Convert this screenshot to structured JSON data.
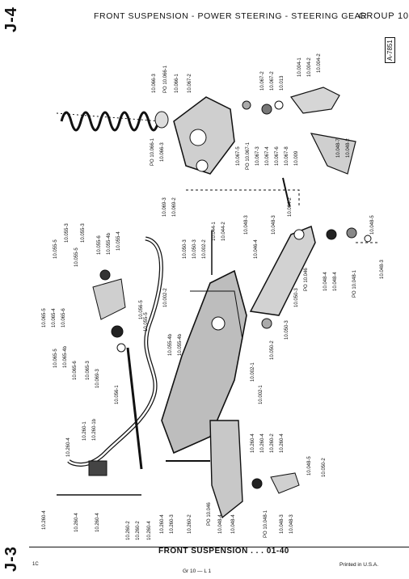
{
  "page": {
    "tab_top": "J-4",
    "tab_bottom": "J-3",
    "header_title": "FRONT SUSPENSION - POWER STEERING - STEERING GEAR",
    "group": "GROUP 10",
    "figure_code": "A-7851",
    "footer_title": "FRONT SUSPENSION . . . 01-40",
    "footer_left": "1C",
    "footer_center": "Gr 10 — L 1",
    "footer_right": "Printed in U.S.A."
  },
  "part_labels": [
    "10.066-3",
    "PO 10.066-1",
    "10.066-1",
    "10.067-2",
    "10.067-2",
    "10.067-2",
    "10.013",
    "10.004-1",
    "10.004-2",
    "10.004-2",
    "10.067-5",
    "PO 10.067-1",
    "10.067-3",
    "10.067-4",
    "10.067-6",
    "10.067-8",
    "10.009",
    "10.048-7",
    "10.048-2",
    "PO 10.066-1",
    "10.066-3",
    "10.069-3",
    "10.069-2",
    "10.064-2",
    "10.048-3",
    "10.048-3",
    "10.046-4",
    "10.048-5",
    "10.048-3",
    "10.055-5",
    "10.055-3",
    "10.055-5",
    "10.055-6",
    "10.055-4b",
    "10.055-3",
    "10.055-4",
    "10.050-3",
    "10.050-3",
    "10.002-2",
    "10.044-1",
    "10.044-2",
    "10.065-5",
    "10.065-4",
    "10.065-6",
    "10.056-5",
    "PO 10.046",
    "10.048-4",
    "10.048-4",
    "PO 10.048-1",
    "10.002-2",
    "10.002-1",
    "10.050-2",
    "10.050-3",
    "10.050-3",
    "10.055-4b",
    "10.055-4b",
    "10.055-5",
    "10.065-5",
    "10.065-4b",
    "10.065-6",
    "10.065-3",
    "10.069-3",
    "10.056-1",
    "10.260-1",
    "10.260-1b",
    "10.260-4",
    "10.002-1",
    "10.260-4",
    "10.260-4",
    "10.260-2",
    "10.260-4",
    "10.260-4",
    "10.260-3",
    "PO 10.046",
    "10.048-4",
    "10.048-4",
    "PO 10.048-1",
    "10.048-3",
    "10.048-3",
    "10.048-5",
    "10.050-2",
    "10.260-4",
    "10.260-4",
    "10.260-4",
    "10.260-2",
    "10.260-2",
    "10.260-4",
    "10.260-2"
  ]
}
